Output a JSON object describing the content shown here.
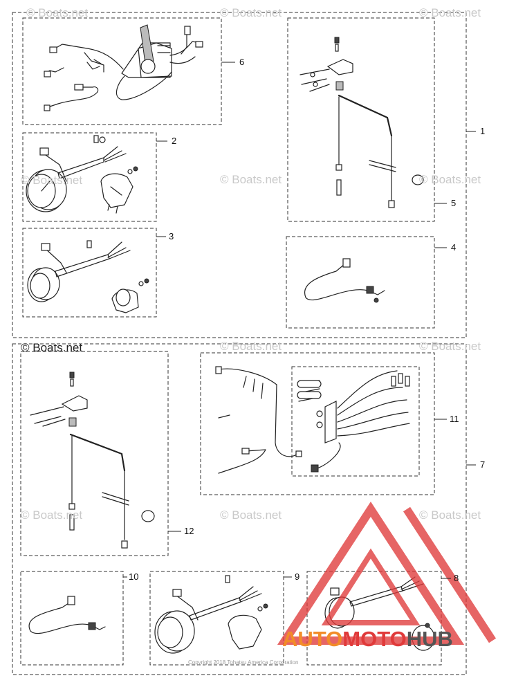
{
  "watermarks": {
    "text": "© Boats.net",
    "strong_text": "© Boats.net"
  },
  "callouts": [
    "1",
    "2",
    "3",
    "4",
    "5",
    "6",
    "7",
    "8",
    "9",
    "10",
    "11",
    "12"
  ],
  "copyright": "Copyright 2018 Tohatsu America Corporation",
  "logo": {
    "word_part1": "AUTO",
    "word_part2": "MOTO",
    "word_part3": "HUB",
    "color_red": "#e03a3a",
    "color_orange": "#f28c28",
    "color_gray": "#555555"
  },
  "icons": [
    "remote-control-box-icon",
    "tachometer-gauge-icon",
    "trim-gauge-icon",
    "wiring-harness-icon",
    "mounting-bracket-icon",
    "triangle-logo-icon"
  ]
}
